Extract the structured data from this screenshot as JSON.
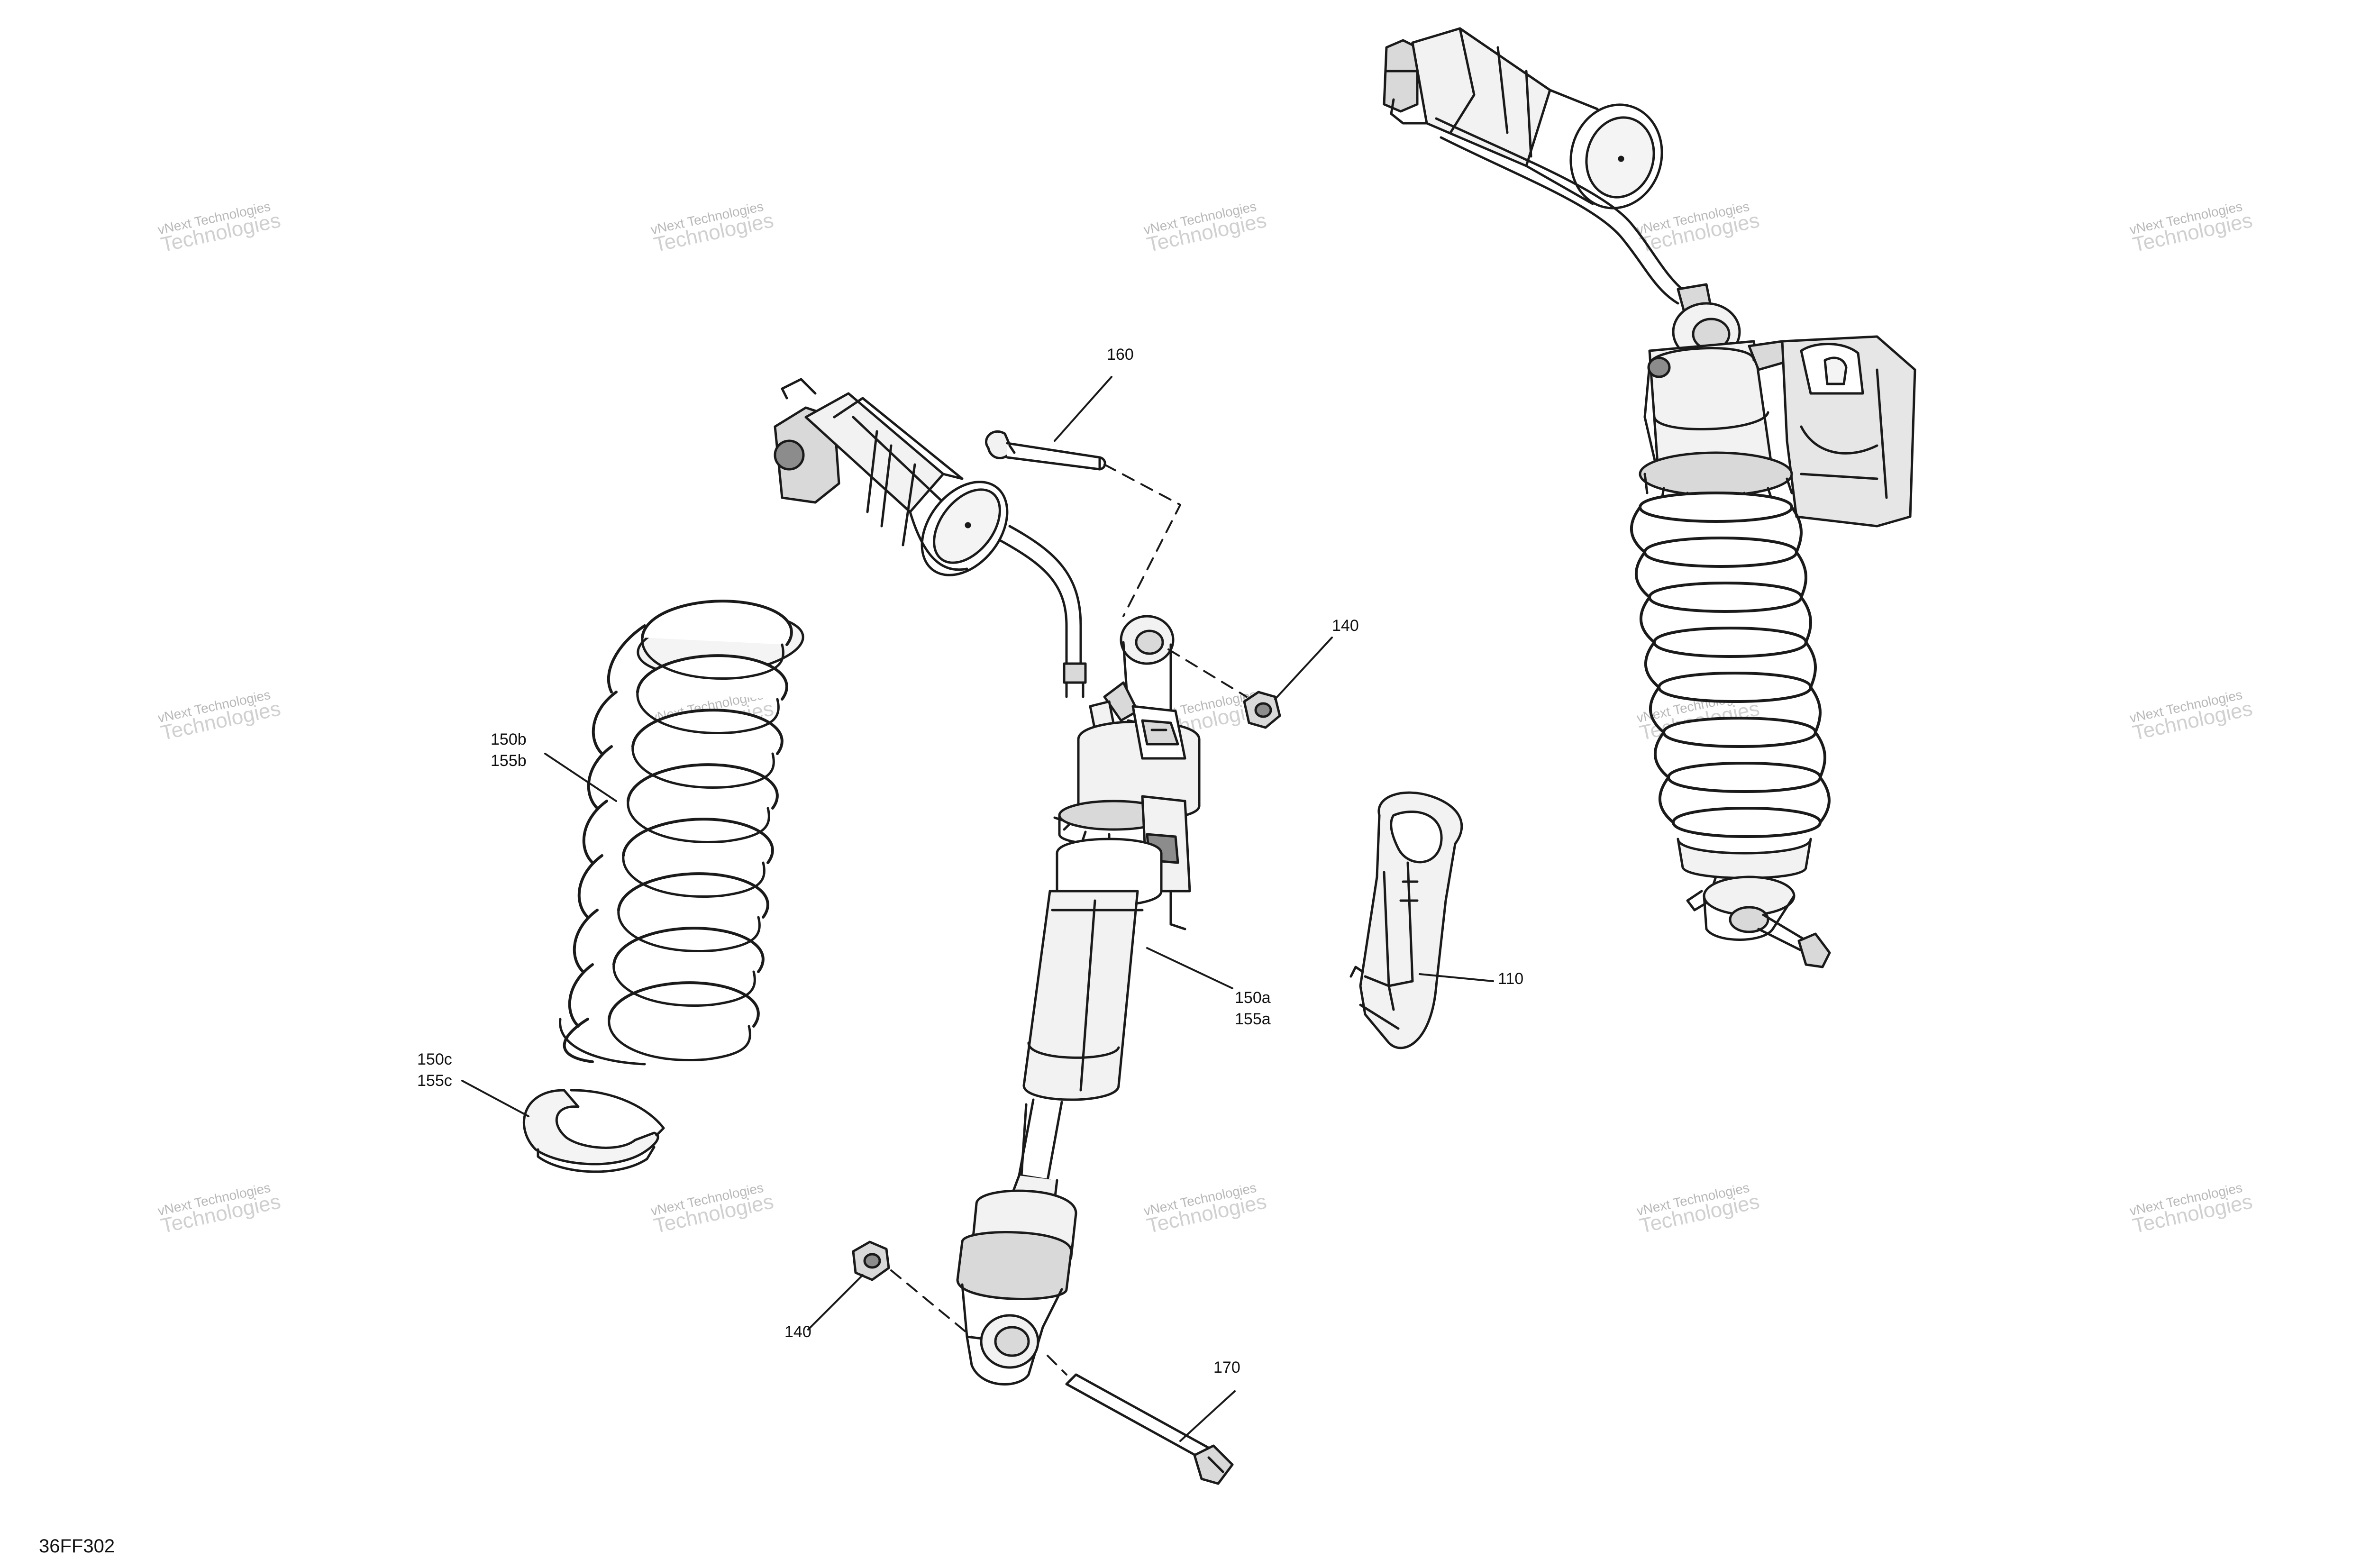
{
  "figure_id": "36FF302",
  "watermark": {
    "line1": "vNext Technologies",
    "line2": "Technologies",
    "overlay": "vNext"
  },
  "callouts": {
    "c160": "160",
    "c140_top": "140",
    "c150b": "150b",
    "c155b": "155b",
    "c150a": "150a",
    "c155a": "155a",
    "c110": "110",
    "c150c": "150c",
    "c155c": "155c",
    "c140_bottom": "140",
    "c170": "170"
  },
  "colors": {
    "line": "#1a1a1a",
    "fill_light": "#f2f2f2",
    "fill_mid": "#d9d9d9",
    "fill_dark": "#8c8c8c",
    "watermark": "#b8b8b8"
  }
}
